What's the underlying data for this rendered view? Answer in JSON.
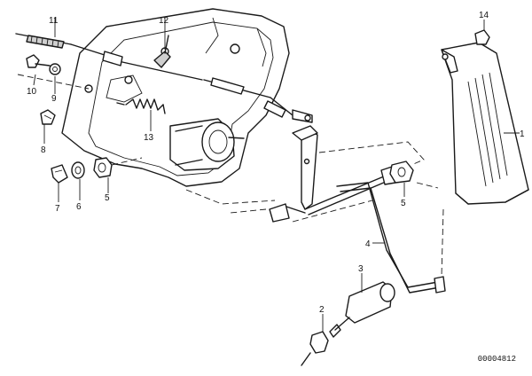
{
  "callouts": {
    "c1": "1",
    "c2": "2",
    "c3": "3",
    "c4": "4",
    "c5a": "5",
    "c5b": "5",
    "c6": "6",
    "c7": "7",
    "c8": "8",
    "c9": "9",
    "c10": "10",
    "c11": "11",
    "c12": "12",
    "c13": "13",
    "c14": "14"
  },
  "drawing_number": "00004812"
}
